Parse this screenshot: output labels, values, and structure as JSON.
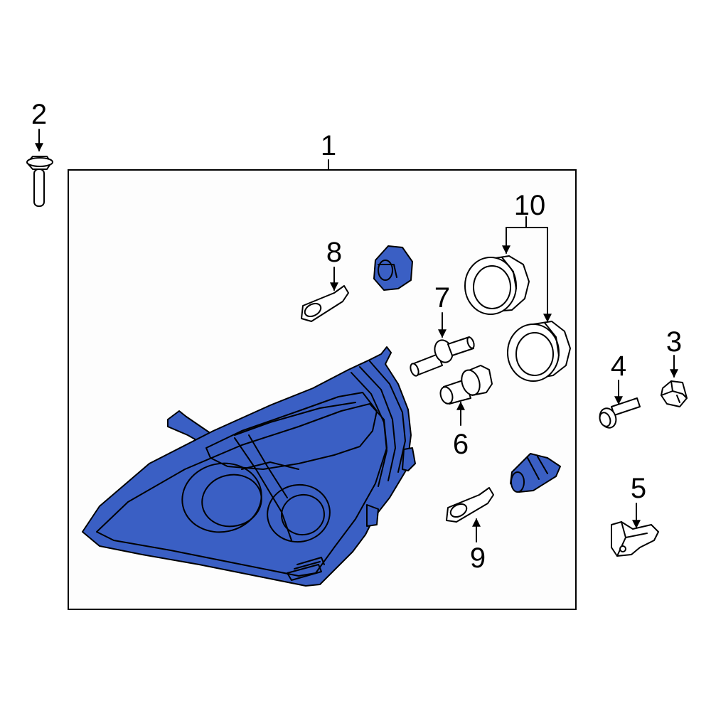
{
  "diagram": {
    "colors": {
      "highlight": "#3a5fc4",
      "line": "#000000",
      "frame_fill": "#fdfdfd",
      "background": "#ffffff"
    },
    "callouts": {
      "c1": "1",
      "c2": "2",
      "c3": "3",
      "c4": "4",
      "c5": "5",
      "c6": "6",
      "c7": "7",
      "c8": "8",
      "c9": "9",
      "c10": "10"
    }
  }
}
